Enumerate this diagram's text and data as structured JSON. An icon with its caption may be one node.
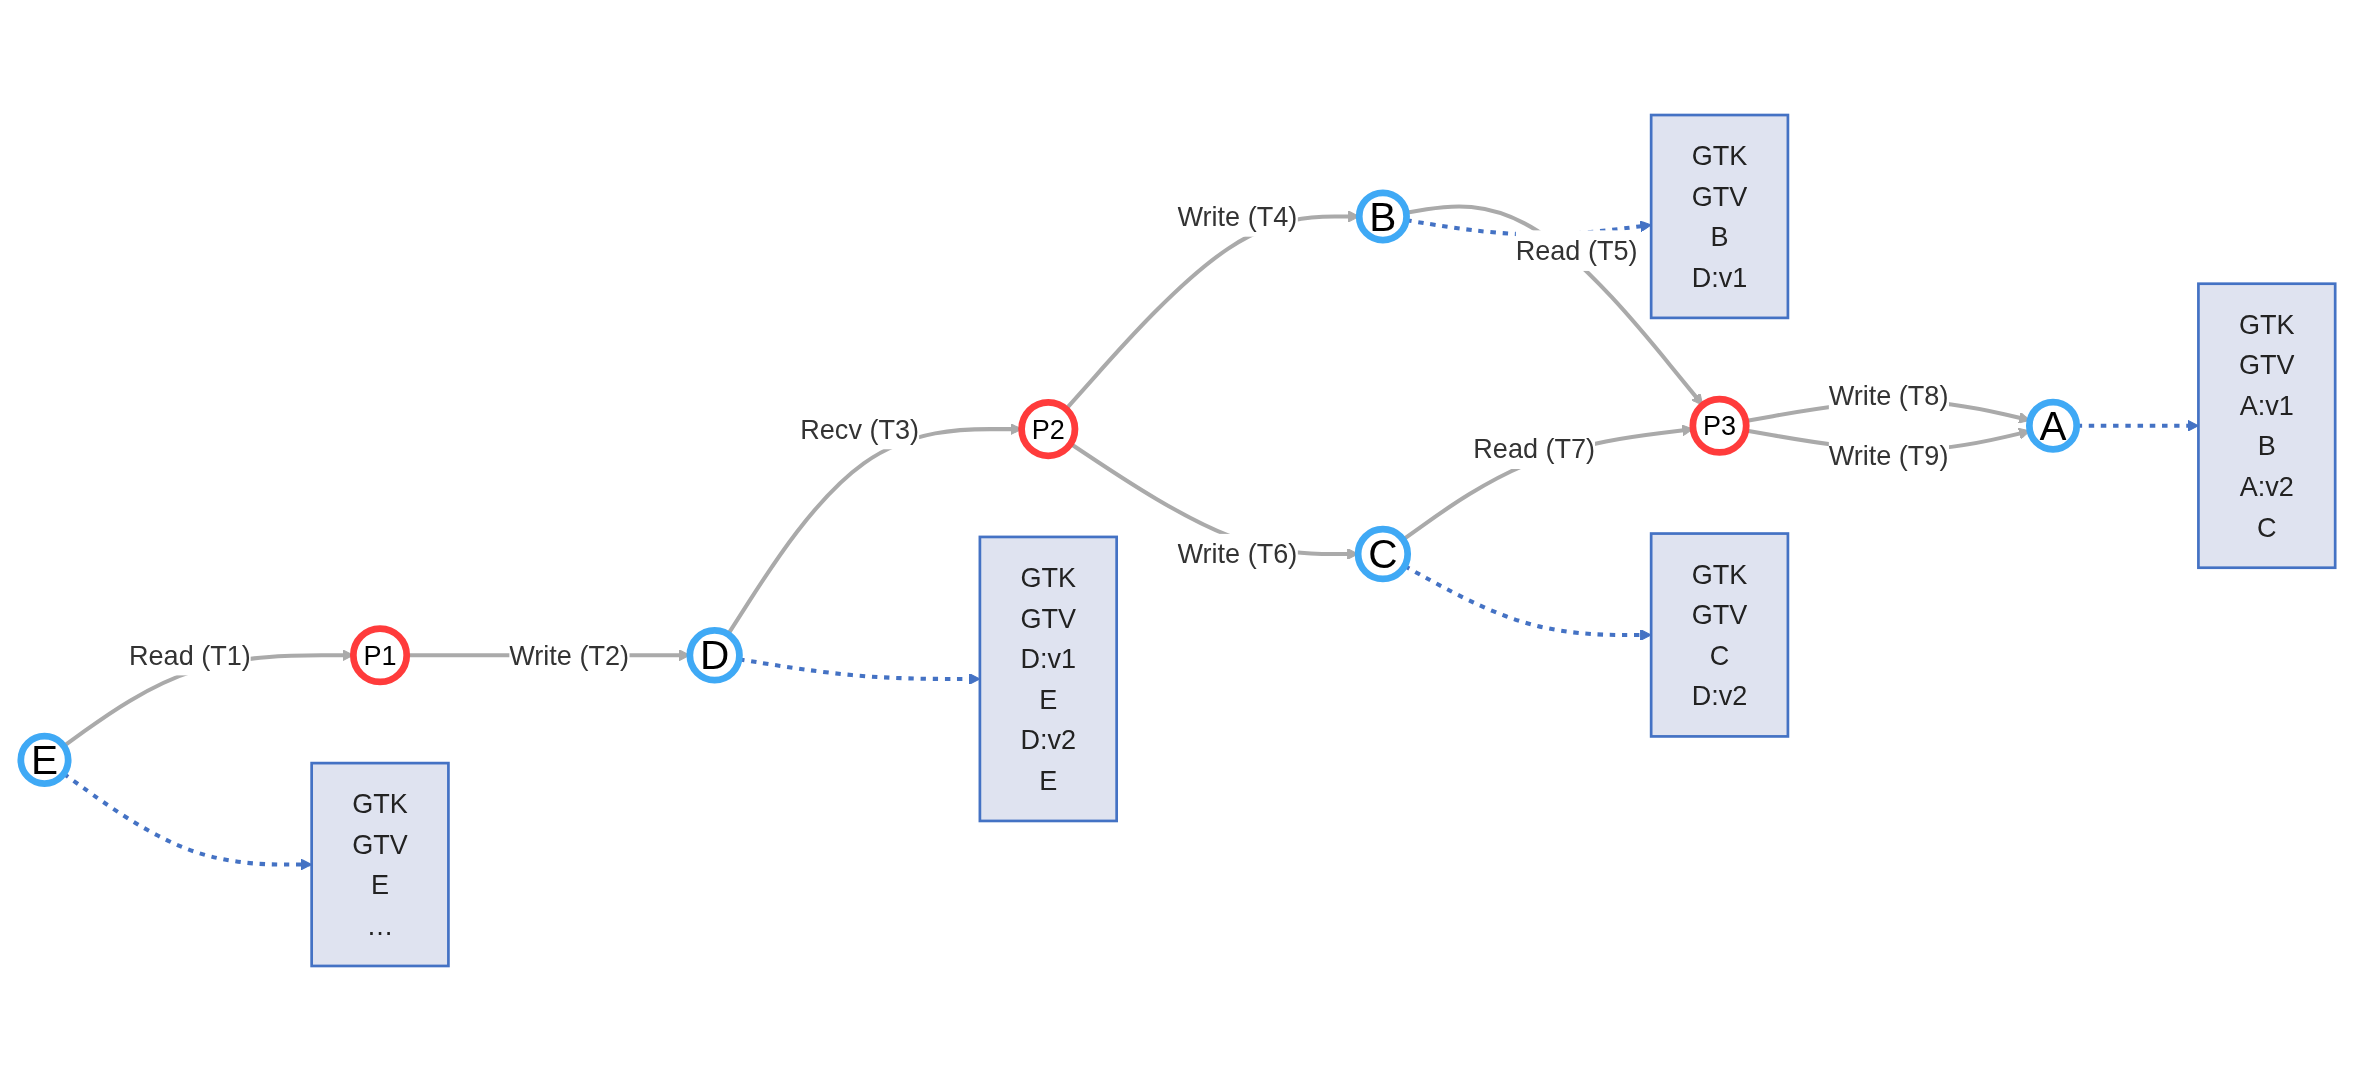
{
  "diagram": {
    "nodes": [
      {
        "text": [
          "GTK",
          "GTV",
          "E",
          "…"
        ]
      },
      {
        "text": [
          "GTK",
          "GTV",
          "D:v1",
          "E",
          "D:v2",
          "E"
        ]
      },
      {
        "text": [
          "GTK",
          "GTV",
          "C",
          "D:v2"
        ]
      },
      {
        "text": [
          "GTK",
          "GTV",
          "B",
          "D:v1"
        ]
      },
      {
        "text": [
          "GTK",
          "GTV",
          "A:v1",
          "B",
          "A:v2",
          "C"
        ]
      },
      {
        "text": [
          "E"
        ]
      },
      {
        "text": [
          "D"
        ]
      },
      {
        "text": [
          "P2"
        ]
      },
      {
        "text": [
          "B"
        ]
      },
      {
        "text": [
          "P1"
        ]
      },
      {
        "text": [
          "P3"
        ]
      },
      {
        "text": [
          "C"
        ]
      },
      {
        "text": [
          "A"
        ]
      }
    ],
    "edges": [
      {
        "from": 5,
        "to": 9,
        "arrow": "to",
        "label": "Read (T1)"
      },
      {
        "from": 9,
        "to": 6,
        "arrow": "to",
        "label": "Write (T2)"
      },
      {
        "from": 6,
        "to": 7,
        "arrow": "to",
        "label": "Recv (T3)"
      },
      {
        "from": 7,
        "to": 8,
        "arrow": "to",
        "label": "Write (T4)"
      },
      {
        "from": 8,
        "to": 10,
        "arrow": "to",
        "label": "Read (T5)"
      },
      {
        "from": 7,
        "to": 11,
        "arrow": "to",
        "label": "Write (T6)"
      },
      {
        "from": 11,
        "to": 10,
        "arrow": "to",
        "label": "Read (T7)"
      },
      {
        "from": 10,
        "to": 12,
        "arrow": "to",
        "label": "Write (T8)"
      },
      {
        "from": 10,
        "to": 12,
        "arrow": "to",
        "label": "Write (T9)"
      },
      {
        "from": 5,
        "to": 0,
        "arrow": "to",
        "style": "dashed",
        "color": "#4472c4"
      },
      {
        "from": 6,
        "to": 1,
        "arrow": "to",
        "style": "dashed",
        "color": "#4472c4"
      },
      {
        "from": 11,
        "to": 2,
        "arrow": "to",
        "style": "dashed",
        "color": "#4472c4"
      },
      {
        "from": 8,
        "to": 3,
        "arrow": "to",
        "style": "dashed",
        "color": "#4472c4"
      },
      {
        "from": 12,
        "to": 4,
        "arrow": "to",
        "style": "dashed",
        "color": "#4472c4"
      }
    ]
  }
}
